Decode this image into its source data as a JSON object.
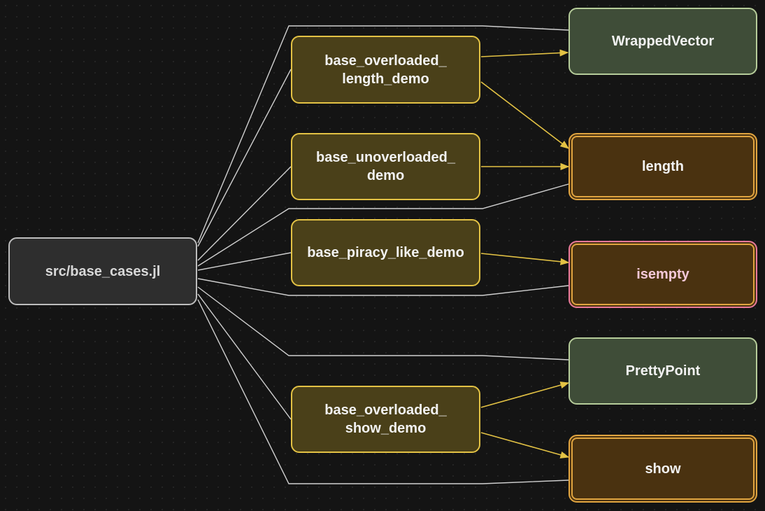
{
  "diagram": {
    "nodes": [
      {
        "id": "file",
        "kind": "file",
        "label": "src/base_cases.jl",
        "icon": ""
      },
      {
        "id": "f1",
        "kind": "func",
        "label": "base_overloaded_\nlength_demo"
      },
      {
        "id": "f2",
        "kind": "func",
        "label": "base_unoverloaded_\ndemo"
      },
      {
        "id": "f3",
        "kind": "func",
        "label": "base_piracy_like_demo"
      },
      {
        "id": "f4",
        "kind": "func",
        "label": "base_overloaded_\nshow_demo"
      },
      {
        "id": "t1",
        "kind": "type",
        "label": "WrappedVector"
      },
      {
        "id": "m1",
        "kind": "method",
        "label": "length"
      },
      {
        "id": "m2",
        "kind": "method-pink",
        "label": "isempty"
      },
      {
        "id": "t2",
        "kind": "type",
        "label": "PrettyPoint"
      },
      {
        "id": "m3",
        "kind": "method",
        "label": "show"
      }
    ],
    "edges": [
      {
        "from": "file",
        "to": "t1",
        "style": "plain"
      },
      {
        "from": "file",
        "to": "f1",
        "style": "plain"
      },
      {
        "from": "file",
        "to": "f2",
        "style": "plain"
      },
      {
        "from": "file",
        "to": "m1",
        "style": "plain"
      },
      {
        "from": "file",
        "to": "f3",
        "style": "plain"
      },
      {
        "from": "file",
        "to": "m2",
        "style": "plain"
      },
      {
        "from": "file",
        "to": "t2",
        "style": "plain"
      },
      {
        "from": "file",
        "to": "f4",
        "style": "plain"
      },
      {
        "from": "file",
        "to": "m3",
        "style": "plain"
      },
      {
        "from": "f1",
        "to": "t1",
        "style": "arrow"
      },
      {
        "from": "f1",
        "to": "m1",
        "style": "arrow"
      },
      {
        "from": "f2",
        "to": "m1",
        "style": "arrow"
      },
      {
        "from": "f3",
        "to": "m2",
        "style": "arrow"
      },
      {
        "from": "f4",
        "to": "t2",
        "style": "arrow"
      },
      {
        "from": "f4",
        "to": "m3",
        "style": "arrow"
      }
    ]
  },
  "colors": {
    "background": "#141414",
    "plain_edge": "#d0d0d0",
    "arrow_edge": "#e3c244",
    "func_border": "#e3c244",
    "type_border": "#b6cc9a",
    "method_border": "#e0a440",
    "accent_pink": "#e8789a"
  }
}
